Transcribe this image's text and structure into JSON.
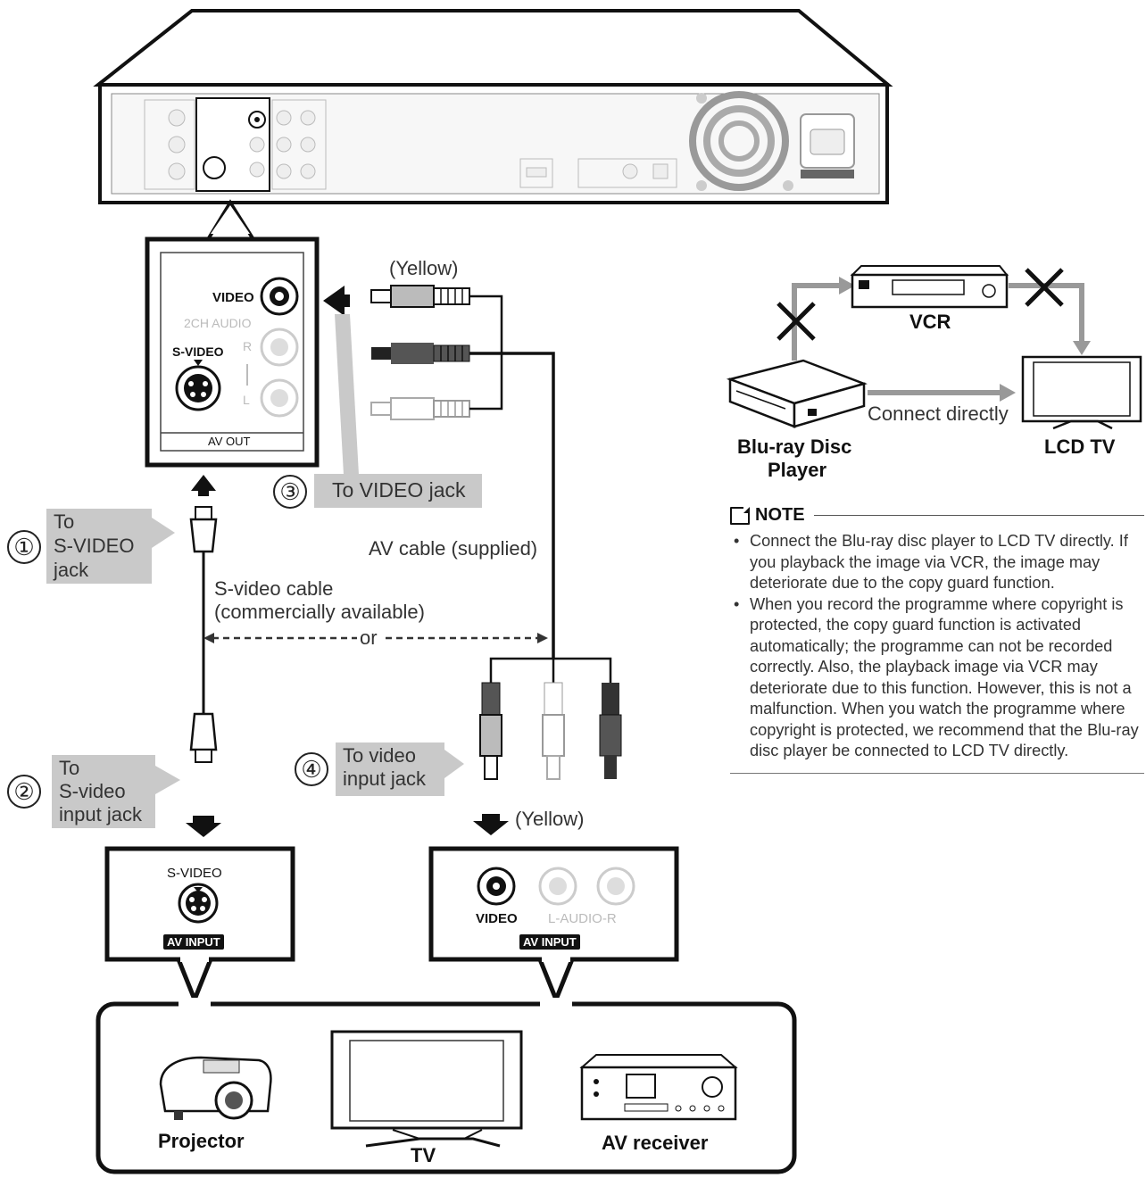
{
  "labels": {
    "yellow_top": "(Yellow)",
    "to_video_jack": "To VIDEO jack",
    "to_svideo_jack_line1": "To",
    "to_svideo_jack_line2": "S-VIDEO",
    "to_svideo_jack_line3": "jack",
    "av_cable": "AV cable (supplied)",
    "svideo_cable_line1": "S-video cable",
    "svideo_cable_line2": "(commercially available)",
    "or": "or",
    "to_svideo_input_line1": "To",
    "to_svideo_input_line2": "S-video",
    "to_svideo_input_line3": "input jack",
    "to_video_input_line1": "To video",
    "to_video_input_line2": "input jack",
    "yellow_bottom": "(Yellow)"
  },
  "step_numbers": [
    "①",
    "②",
    "③",
    "④"
  ],
  "panel_top": {
    "video": "VIDEO",
    "ch_audio": "2CH AUDIO",
    "r": "R",
    "l": "L",
    "svideo": "S-VIDEO",
    "av_out": "AV OUT"
  },
  "panel_left": {
    "svideo": "S-VIDEO",
    "av_input": "AV INPUT"
  },
  "panel_right": {
    "video": "VIDEO",
    "audio": "L-AUDIO-R",
    "av_input": "AV INPUT"
  },
  "devices": {
    "projector": "Projector",
    "tv": "TV",
    "av_receiver": "AV receiver"
  },
  "side_diagram": {
    "vcr": "VCR",
    "lcd_tv": "LCD TV",
    "player_line1": "Blu-ray Disc",
    "player_line2": "Player",
    "connect_directly": "Connect directly"
  },
  "note": {
    "title": "NOTE",
    "items": [
      "Connect the Blu-ray disc player to LCD TV directly. If you playback the image via VCR, the image may deteriorate due to the copy guard function.",
      "When you record the programme where copyright is protected, the copy guard function is activated automatically; the programme can not be recorded correctly. Also, the playback image via VCR may deteriorate due to this function. However, this is not a malfunction. When you watch the programme where copyright is protected, we recommend that the Blu-ray disc player be connected to LCD TV directly."
    ]
  }
}
